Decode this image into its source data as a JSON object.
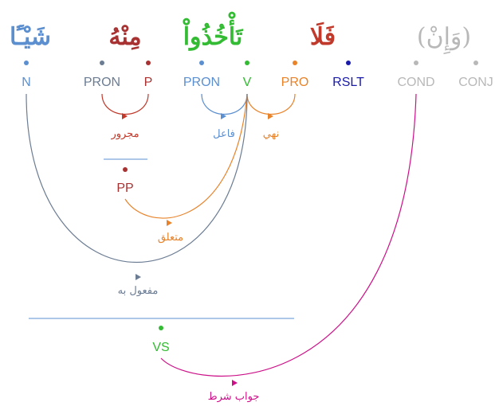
{
  "colors": {
    "gray": "#6b7c93",
    "red": "#c0392b",
    "blue": "#5b8fd0",
    "green": "#33bb33",
    "orange": "#e8832a",
    "navy": "#1a1aaa",
    "lightgray": "#b8b8b8",
    "magenta": "#cc1188",
    "brick": "#d2691e",
    "darkred": "#a83232"
  },
  "words": [
    {
      "id": "w1",
      "text": "شَيْـًٔا",
      "color": "blue"
    },
    {
      "id": "w2",
      "text": "مِنْهُ",
      "color": "darkred"
    },
    {
      "id": "w3",
      "text": "تَأْخُذُواْ",
      "color": "green"
    },
    {
      "id": "w4",
      "text": "فَلَا",
      "color": "red"
    },
    {
      "id": "w5",
      "text": "(وَإِنْ)",
      "color": "lightgray"
    }
  ],
  "tags": [
    {
      "id": "N",
      "label": "N",
      "color": "blue"
    },
    {
      "id": "PRON1",
      "label": "PRON",
      "color": "gray"
    },
    {
      "id": "P",
      "label": "P",
      "color": "darkred"
    },
    {
      "id": "PRON2",
      "label": "PRON",
      "color": "blue"
    },
    {
      "id": "V",
      "label": "V",
      "color": "green"
    },
    {
      "id": "PRO",
      "label": "PRO",
      "color": "orange"
    },
    {
      "id": "RSLT",
      "label": "RSLT",
      "color": "navy"
    },
    {
      "id": "COND",
      "label": "COND",
      "color": "lightgray"
    },
    {
      "id": "CONJ",
      "label": "CONJ",
      "color": "lightgray"
    }
  ],
  "phrases": [
    {
      "id": "PP",
      "label": "PP",
      "color": "darkred"
    },
    {
      "id": "VS",
      "label": "VS",
      "color": "green"
    }
  ],
  "relations": [
    {
      "id": "majrur",
      "label": "مجرور",
      "color": "darkred"
    },
    {
      "id": "fael",
      "label": "فاعل",
      "color": "blue"
    },
    {
      "id": "nahy",
      "label": "نهي",
      "color": "orange"
    },
    {
      "id": "mutaalliq",
      "label": "متعلق",
      "color": "orange"
    },
    {
      "id": "mafool",
      "label": "مفعول به",
      "color": "gray"
    },
    {
      "id": "jawab",
      "label": "جواب شرط",
      "color": "magenta"
    }
  ]
}
